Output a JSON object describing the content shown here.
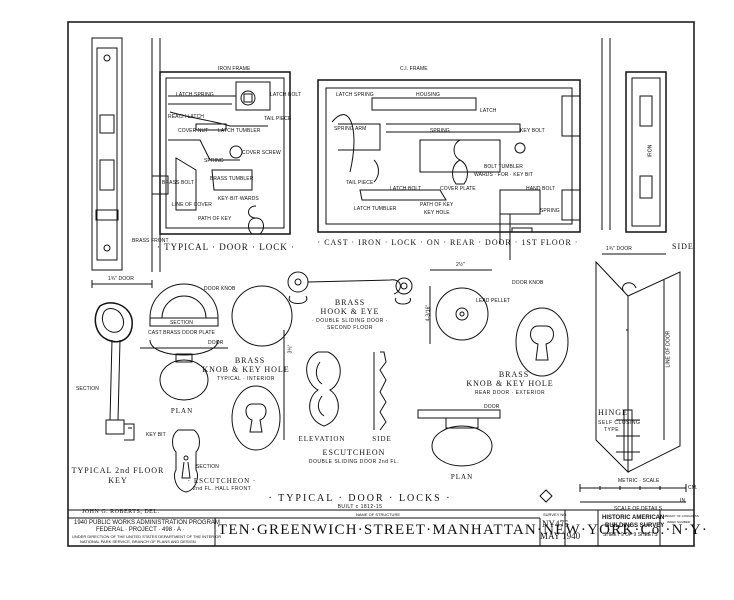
{
  "drawing": {
    "main_title": "· TYPICAL · DOOR · LOCKS ·",
    "built": "BUILT c 1812-15",
    "delineator": "JOHN G. ROBERTS, DEL.",
    "structure_label": "NAME OF STRUCTURE",
    "structure_name": "TEN·GREENWICH·STREET·MANHATTAN·NEW·YORK·Co.·N·Y·",
    "agency": {
      "line1": "1940 PUBLIC WORKS ADMINISTRATION PROGRAM",
      "line2": "FEDERAL · PROJECT · 498 · A ·",
      "line3": "UNDER DIRECTION OF THE UNITED STATES DEPARTMENT OF THE INTERIOR",
      "line4": "NATIONAL PARK SERVICE, BRANCH OF PLANS AND DESIGN"
    },
    "survey": {
      "survey_no_label": "SURVEY NO.",
      "survey_no": "NY475",
      "date": "MAY 1940",
      "org_line1": "HISTORIC AMERICAN",
      "org_line2": "BUILDINGS SURVEY",
      "sheet": "SHEET 9 OF 9 SHEETS",
      "library": "LIBRARY OF CONGRESS",
      "index": "INDEX NUMBER"
    },
    "scale": {
      "metric": "METRIC · SCALE",
      "details": "SCALE OF DETAILS",
      "in": "IN.",
      "cm": "CM."
    }
  },
  "captions": {
    "typical_door_lock": "· TYPICAL · DOOR · LOCK ·",
    "cast_iron_lock": "· CAST · IRON · LOCK · ON · REAR · DOOR · 1ST FLOOR ·",
    "side": "SIDE",
    "key": "TYPICAL 2nd FLOOR",
    "key2": "KEY",
    "escutcheon_small": "· ESCUTCHEON ·",
    "escutcheon_small_sub": "2nd FL. HALL FRONT",
    "brass_knob": "BRASS",
    "brass_knob2": "KNOB & KEY HOLE",
    "brass_knob3": "TYPICAL · INTERIOR",
    "plan": "PLAN",
    "hook_eye1": "BRASS",
    "hook_eye2": "HOOK & EYE",
    "hook_eye3": "· DOUBLE SLIDING DOOR ·",
    "hook_eye4": "SECOND FLOOR",
    "elevation": "ELEVATION",
    "side2": "SIDE",
    "escutcheon": "ESCUTCHEON",
    "escutcheon_sub": "DOUBLE SLIDING DOOR 2nd FL.",
    "rear_knob1": "BRASS",
    "rear_knob2": "KNOB & KEY HOLE",
    "rear_knob3": "REAR DOOR · EXTERIOR",
    "plan2": "PLAN",
    "hinge": "HINGE",
    "hinge_sub1": "SELF CLOSING",
    "hinge_sub2": "TYPE"
  },
  "labels": {
    "iron_frame": "IRON FRAME",
    "latch_spring": "LATCH SPRING",
    "latch_bolt": "LATCH BOLT",
    "reach_latch": "REACH LATCH",
    "cover_nut": "COVER NUT",
    "latch_tumbler": "LATCH TUMBLER",
    "tail_piece": "TAIL PIECE",
    "cover_screw": "COVER SCREW",
    "spring": "SPRING",
    "brass_bolt": "BRASS BOLT",
    "brass_tumbler": "BRASS TUMBLER",
    "key_bit_wards": "KEY·BIT·WARDS",
    "line_of_cover": "LINE OF COVER",
    "path_of_key": "PATH OF KEY",
    "brass_front": "BRASS FRONT",
    "door_1": "1¾\" DOOR",
    "ci_frame": "C.I. FRAME",
    "latch_spring2": "LATCH SPRING",
    "housing": "HOUSING",
    "latch": "LATCH",
    "spring_arm": "SPRING ARM",
    "spring2": "SPRING",
    "key_bolt": "KEY BOLT",
    "bolt_tumbler": "BOLT TUMBLER",
    "wards_for_key_bit": "WARDS · FOR · KEY BIT",
    "tail_piece2": "TAIL PIECE",
    "latch_bolt2": "LATCH BOLT",
    "cover_plate": "COVER PLATE",
    "hand_bolt": "HAND BOLT",
    "spring3": "SPRING",
    "latch_tumbler2": "LATCH TUMBLER",
    "path_of_key2": "PATH OF KEY",
    "key_hole": "KEY HOLE",
    "iron": "IRON",
    "door_2": "1¾\" DOOR",
    "door_knob": "DOOR KNOB",
    "section": "SECTION",
    "cast_brass_door_plate": "CAST BRASS DOOR PLATE",
    "door": "DOOR",
    "section2": "SECTION",
    "key_bit": "KEY BIT",
    "section3": "SECTION",
    "dim_3_5": "3½\"",
    "dim_2_5": "2½\"",
    "dim_4_3": "4-3/16\"",
    "door_knob2": "DOOR KNOB",
    "lead_pellet": "LEAD PELLET",
    "door2": "DOOR",
    "line_of_door": "LINE OF DOOR"
  }
}
